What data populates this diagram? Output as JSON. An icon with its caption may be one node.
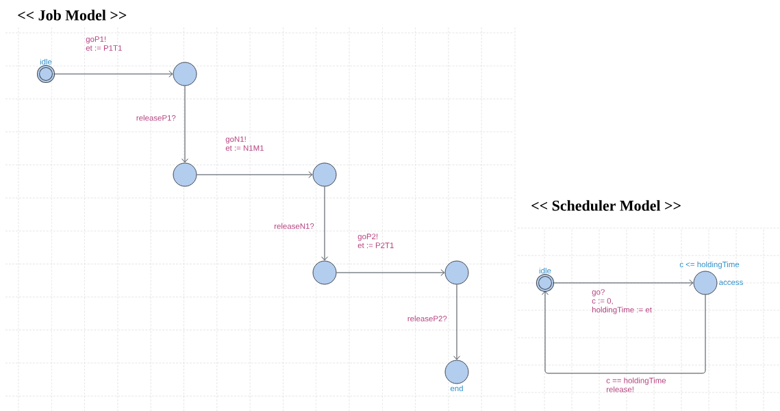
{
  "diagram": {
    "nodes": [
      {
        "text": [
          "idle"
        ]
      },
      {
        "text": [],
        "shape": "circle"
      },
      {
        "text": [],
        "shape": "circle"
      },
      {
        "text": [],
        "shape": "circle"
      },
      {
        "text": [],
        "shape": "circle"
      },
      {
        "text": [],
        "shape": "circle"
      },
      {
        "text": [
          "end"
        ]
      },
      {
        "text": [
          "idle"
        ]
      },
      {
        "text": [
          "access"
        ],
        "beside": [
          "c <= holdingTime"
        ]
      }
    ],
    "edges": [
      {
        "from": 0,
        "to": 1,
        "arrow": "to",
        "label": "goP1! et := P1T1"
      },
      {
        "from": 1,
        "to": 2,
        "arrow": "to",
        "label": "releaseP1?"
      },
      {
        "from": 2,
        "to": 3,
        "arrow": "to",
        "label": "goN1! et := N1M1"
      },
      {
        "from": 3,
        "to": 4,
        "arrow": "to",
        "label": "releaseN1?"
      },
      {
        "from": 4,
        "to": 5,
        "arrow": "to",
        "label": "goP2! et := P2T1"
      },
      {
        "from": 5,
        "to": 6,
        "arrow": "to",
        "label": "releaseP2?"
      },
      {
        "from": 7,
        "to": 8,
        "arrow": "to",
        "label": "go? c := 0, holdingTime := et"
      },
      {
        "from": 8,
        "to": 7,
        "arrow": "to",
        "label": "c == holdingTime release!"
      }
    ],
    "labels": [
      "<< Job Model >>",
      "<< Scheduler Model >>"
    ]
  }
}
